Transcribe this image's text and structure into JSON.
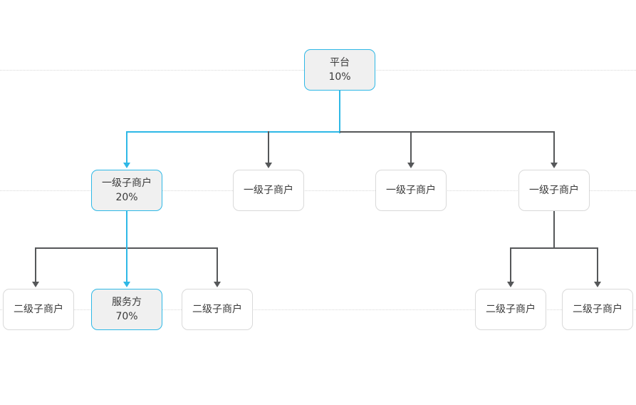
{
  "diagram": {
    "type": "org-tree",
    "background": "#ffffff",
    "colors": {
      "highlight": "#2eb8e6",
      "connector": "#555759",
      "node_border": "#d9d9d9",
      "node_fill": "#ffffff",
      "node_fill_highlight": "#f0f0f0",
      "guide_line": "#d8d8d8",
      "text": "#3a3a3a"
    },
    "guides": [
      98,
      267,
      434
    ],
    "nodes": {
      "root": {
        "label": "平台",
        "value": "10%",
        "highlight": true
      },
      "level1": [
        {
          "label": "一级子商户",
          "value": "20%",
          "highlight": true
        },
        {
          "label": "一级子商户",
          "value": "",
          "highlight": false
        },
        {
          "label": "一级子商户",
          "value": "",
          "highlight": false
        },
        {
          "label": "一级子商户",
          "value": "",
          "highlight": false
        }
      ],
      "level2_left": [
        {
          "label": "二级子商户",
          "value": "",
          "highlight": false
        },
        {
          "label": "服务方",
          "value": "70%",
          "highlight": true
        },
        {
          "label": "二级子商户",
          "value": "",
          "highlight": false
        }
      ],
      "level2_right": [
        {
          "label": "二级子商户",
          "value": "",
          "highlight": false
        },
        {
          "label": "二级子商户",
          "value": "",
          "highlight": false
        }
      ]
    }
  }
}
